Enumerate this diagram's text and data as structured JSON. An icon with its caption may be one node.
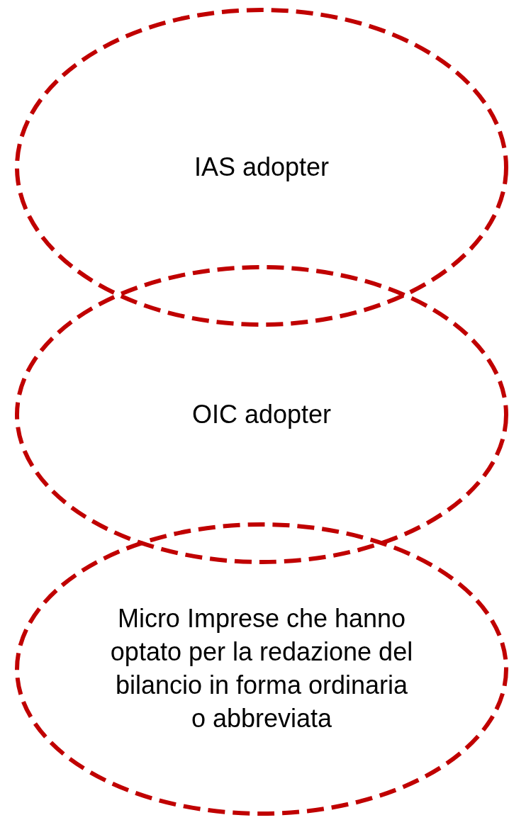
{
  "diagram": {
    "nodes": [
      {
        "text": [
          "IAS adopter"
        ]
      },
      {
        "text": [
          "OIC adopter"
        ]
      },
      {
        "text": [
          "Micro Imprese che hanno optato per la redazione del bilancio in forma ordinaria o abbreviata"
        ]
      }
    ]
  }
}
